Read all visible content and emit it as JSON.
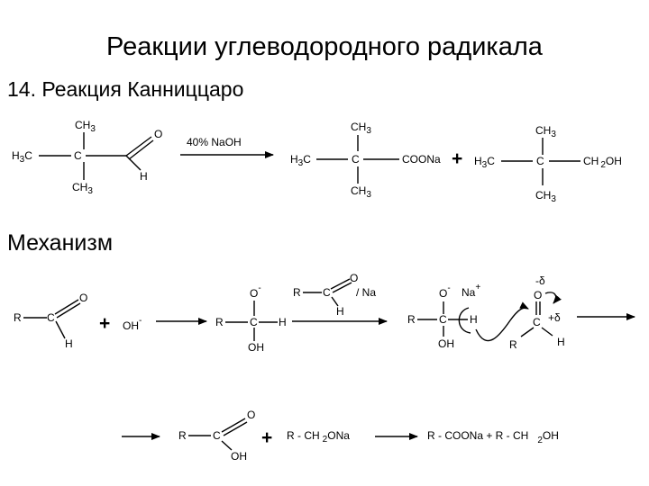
{
  "slide": {
    "title": "Реакции углеводородного радикала",
    "subtitle": "14. Реакция Канниццаро",
    "mechanism_heading": "Механизм"
  },
  "reaction": {
    "reagent": "40% NaOH",
    "plus": "+",
    "reactant": {
      "c": "C",
      "ch": "CH",
      "h3c": "H",
      "three": "3",
      "o": "O",
      "h": "H"
    },
    "product1": {
      "c": "C",
      "coona": "COONa"
    },
    "product2": {
      "c": "C",
      "ch2oh_ch": "CH",
      "ch2oh_2": "2",
      "ch2oh_oh": "OH"
    }
  },
  "mechanism": {
    "r": "R",
    "c": "C",
    "o": "O",
    "h": "H",
    "oh": "OH",
    "oh_minus": "OH",
    "minus": "-",
    "plus_sign": "+",
    "na_reagent": "/ Na",
    "na": "Na",
    "na_charge": "+",
    "delta_minus": "-δ",
    "delta_plus": "+δ",
    "rch2ona_a": "R - CH",
    "rch2ona_2": "2",
    "rch2ona_b": "ONa",
    "final_a": "R - COONa + R - CH",
    "final_2": "2",
    "final_b": "OH"
  },
  "colors": {
    "ink": "#000000",
    "background": "#ffffff"
  }
}
